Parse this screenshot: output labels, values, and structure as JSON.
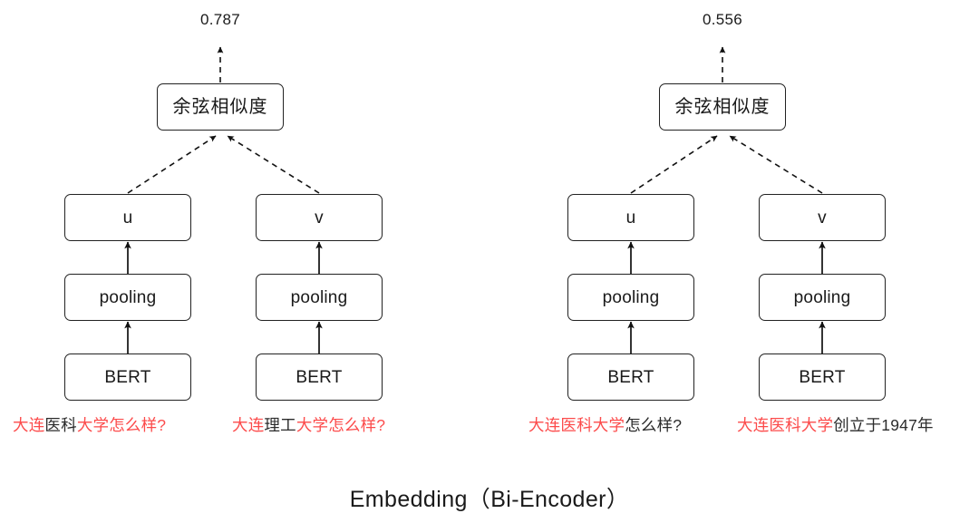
{
  "diagram": {
    "caption": "Embedding（Bi-Encoder）",
    "colors": {
      "highlight_red": "#fc4b4b",
      "text_dark": "#2b2b2b",
      "stroke": "#222222",
      "background": "#ffffff"
    },
    "groups": [
      {
        "id": "left-pair",
        "score": "0.787",
        "similarity_label": "余弦相似度",
        "branches": [
          {
            "id": "left-u",
            "vector_label": "u",
            "pooling_label": "pooling",
            "encoder_label": "BERT",
            "sentence_segments": [
              {
                "text": "大连",
                "color": "red"
              },
              {
                "text": "医科",
                "color": "dark"
              },
              {
                "text": "大学怎么样?",
                "color": "red"
              }
            ]
          },
          {
            "id": "left-v",
            "vector_label": "v",
            "pooling_label": "pooling",
            "encoder_label": "BERT",
            "sentence_segments": [
              {
                "text": "大连",
                "color": "red"
              },
              {
                "text": "理工",
                "color": "dark"
              },
              {
                "text": "大学怎么样?",
                "color": "red"
              }
            ]
          }
        ]
      },
      {
        "id": "right-pair",
        "score": "0.556",
        "similarity_label": "余弦相似度",
        "branches": [
          {
            "id": "right-u",
            "vector_label": "u",
            "pooling_label": "pooling",
            "encoder_label": "BERT",
            "sentence_segments": [
              {
                "text": "大连医科大学",
                "color": "red"
              },
              {
                "text": "怎么样?",
                "color": "dark"
              }
            ]
          },
          {
            "id": "right-v",
            "vector_label": "v",
            "pooling_label": "pooling",
            "encoder_label": "BERT",
            "sentence_segments": [
              {
                "text": "大连医科大学",
                "color": "red"
              },
              {
                "text": "创立于1947年",
                "color": "dark"
              }
            ]
          }
        ]
      }
    ]
  }
}
